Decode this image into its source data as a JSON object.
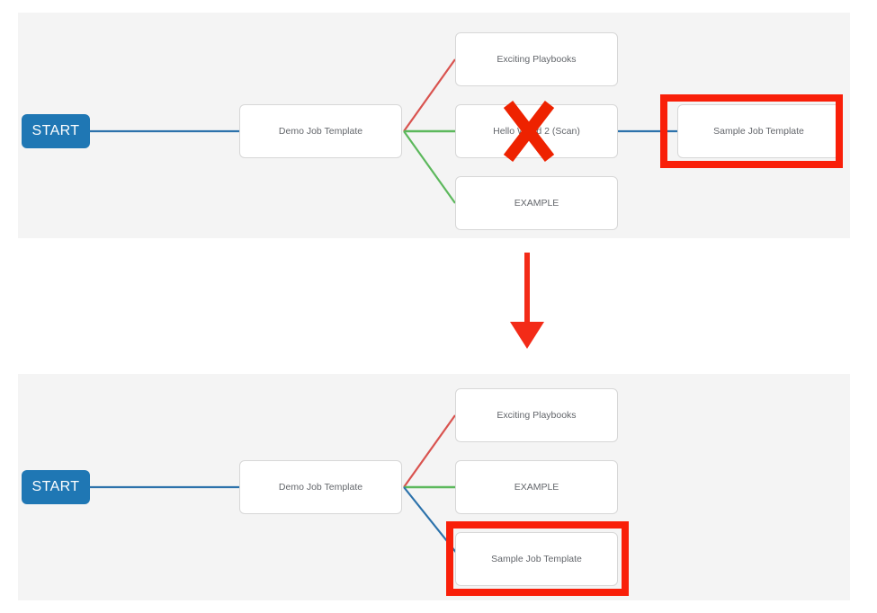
{
  "figure": {
    "description": "Workflow visualizer before and after moving Sample Job Template",
    "colors": {
      "canvas_background": "#f4f4f4",
      "page_background": "#ffffff",
      "start_node": "#1f77b4",
      "node_fill": "#ffffff",
      "node_border": "#d7d7d7",
      "node_text": "#63666b",
      "edge_success": "#5cb85c",
      "edge_failure": "#d9534f",
      "edge_always": "#337ab7",
      "annotation_red": "#f91f09"
    }
  },
  "panels": [
    {
      "id": "before",
      "name": "before-panel",
      "start": {
        "label": "START"
      },
      "nodes": [
        {
          "id": "demo-job-template",
          "label": "Demo Job Template",
          "column": 1,
          "row": 2
        },
        {
          "id": "exciting-playbooks",
          "label": "Exciting Playbooks",
          "column": 2,
          "row": 1
        },
        {
          "id": "hello-world-2-scan",
          "label": "Hello World 2 (Scan)",
          "column": 2,
          "row": 2
        },
        {
          "id": "example",
          "label": "EXAMPLE",
          "column": 2,
          "row": 3
        },
        {
          "id": "sample-job-template",
          "label": "Sample Job Template",
          "column": 3,
          "row": 2
        }
      ],
      "edges": [
        {
          "from": "start",
          "to": "demo-job-template",
          "color": "#337ab7",
          "type": "always"
        },
        {
          "from": "demo-job-template",
          "to": "exciting-playbooks",
          "color": "#d9534f",
          "type": "failure"
        },
        {
          "from": "demo-job-template",
          "to": "hello-world-2-scan",
          "color": "#5cb85c",
          "type": "success"
        },
        {
          "from": "demo-job-template",
          "to": "example",
          "color": "#5cb85c",
          "type": "success"
        },
        {
          "from": "hello-world-2-scan",
          "to": "sample-job-template",
          "color": "#337ab7",
          "type": "always"
        }
      ],
      "annotations": [
        {
          "kind": "x-mark",
          "target": "hello-world-2-scan",
          "color": "#f91f09"
        },
        {
          "kind": "highlight-box",
          "target": "sample-job-template",
          "color": "#f91f09"
        }
      ]
    },
    {
      "id": "after",
      "name": "after-panel",
      "start": {
        "label": "START"
      },
      "nodes": [
        {
          "id": "demo-job-template",
          "label": "Demo Job Template",
          "column": 1,
          "row": 2
        },
        {
          "id": "exciting-playbooks",
          "label": "Exciting Playbooks",
          "column": 2,
          "row": 1
        },
        {
          "id": "example",
          "label": "EXAMPLE",
          "column": 2,
          "row": 2
        },
        {
          "id": "sample-job-template",
          "label": "Sample Job Template",
          "column": 2,
          "row": 3
        }
      ],
      "edges": [
        {
          "from": "start",
          "to": "demo-job-template",
          "color": "#337ab7",
          "type": "always"
        },
        {
          "from": "demo-job-template",
          "to": "exciting-playbooks",
          "color": "#d9534f",
          "type": "failure"
        },
        {
          "from": "demo-job-template",
          "to": "example",
          "color": "#5cb85c",
          "type": "success"
        },
        {
          "from": "demo-job-template",
          "to": "sample-job-template",
          "color": "#337ab7",
          "type": "always"
        }
      ],
      "annotations": [
        {
          "kind": "highlight-box",
          "target": "sample-job-template",
          "color": "#f91f09"
        }
      ]
    }
  ],
  "transition": {
    "name": "down-arrow",
    "color": "#f91f09",
    "direction": "down"
  }
}
